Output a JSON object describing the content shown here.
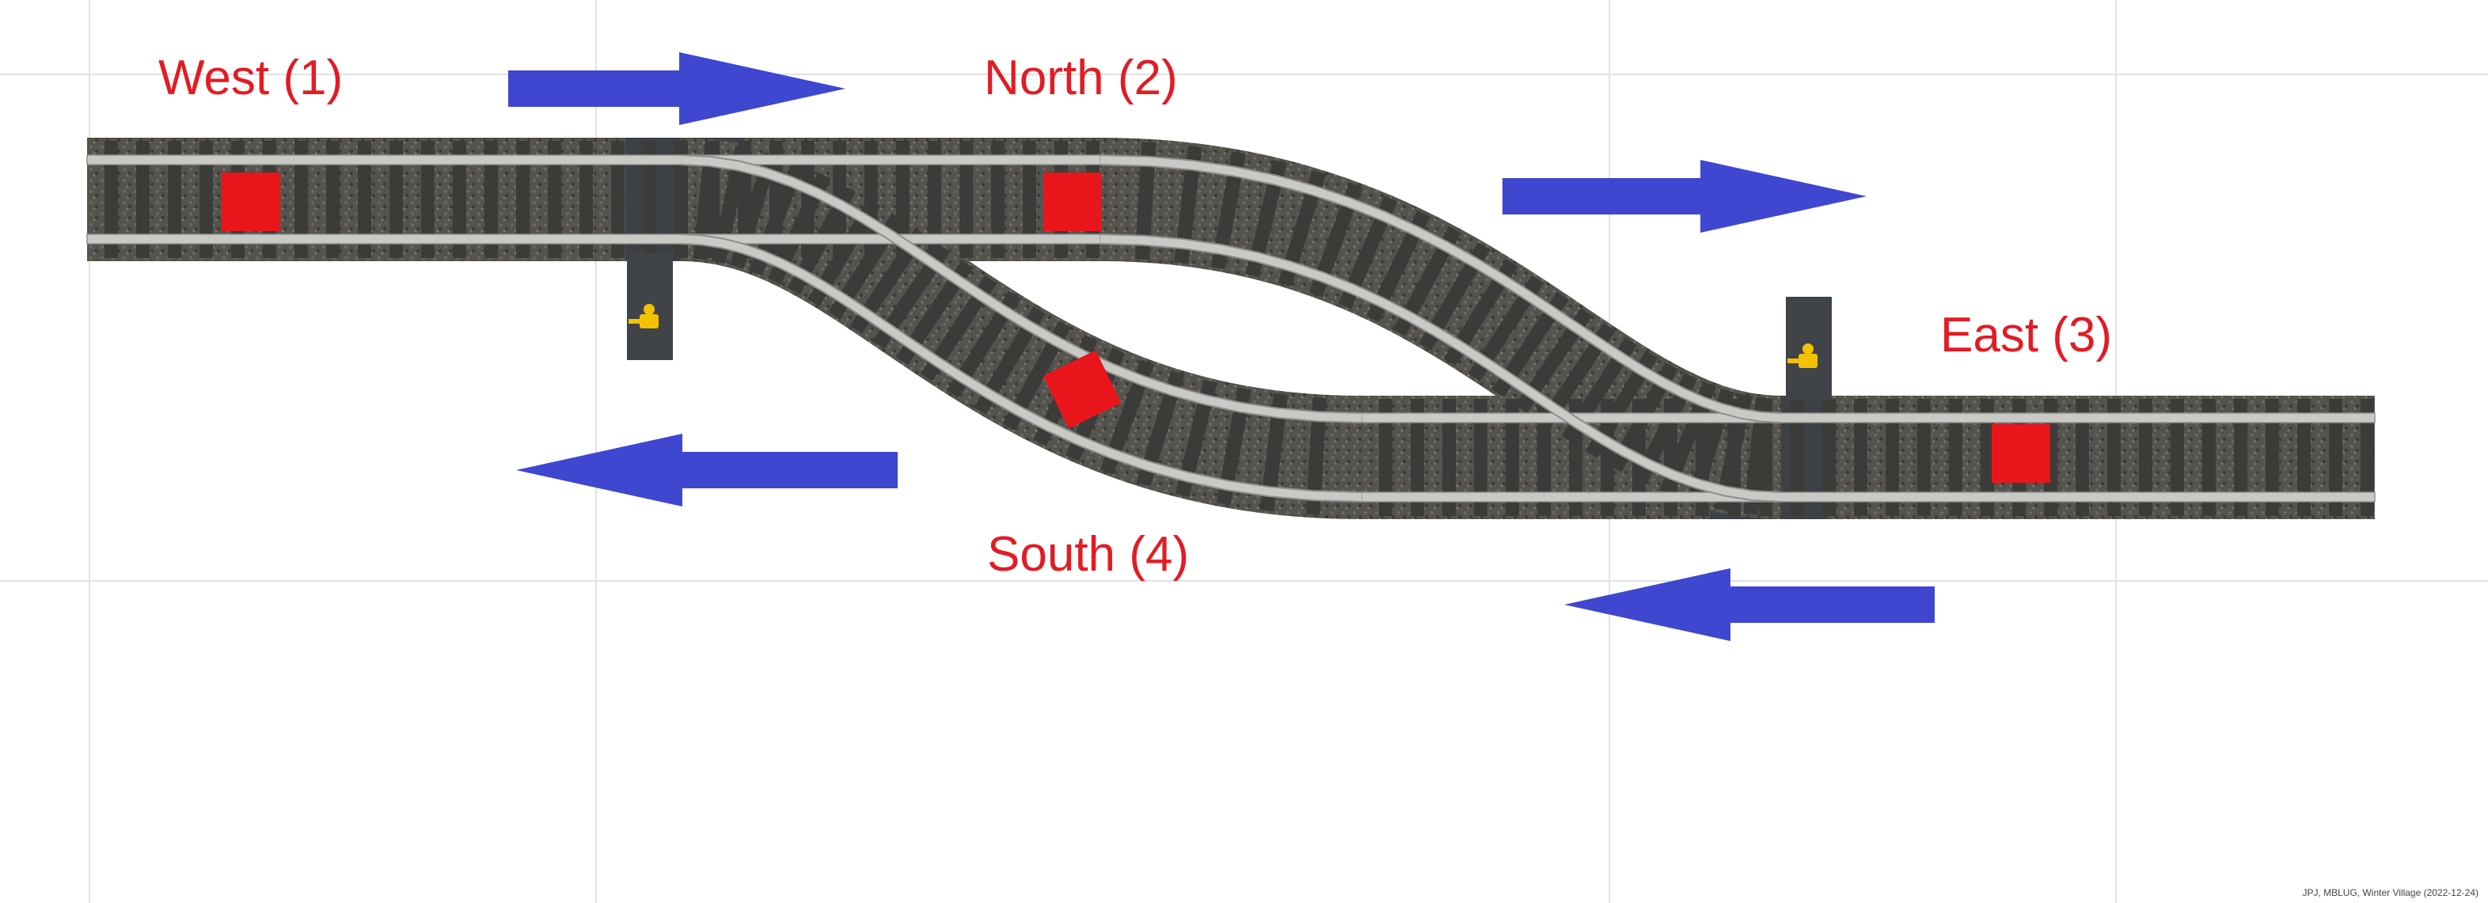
{
  "diagram": {
    "stations": {
      "west": "West (1)",
      "north": "North (2)",
      "east": "East (3)",
      "south": "South (4)"
    },
    "credit": "JPJ, MBLUG, Winter Village (2022-12-24)",
    "colors": {
      "label": "#e31b23",
      "sensor": "#e8161b",
      "arrow": "#3f47d0",
      "sleeper": "#3b3b39",
      "rail": "#c9cac6",
      "switch_base": "#404347",
      "switch_lever": "#f2c200"
    },
    "direction_arrows": [
      "right",
      "right",
      "left",
      "left"
    ],
    "icons": [
      "sensor-marker",
      "switch-lever-icon"
    ]
  }
}
